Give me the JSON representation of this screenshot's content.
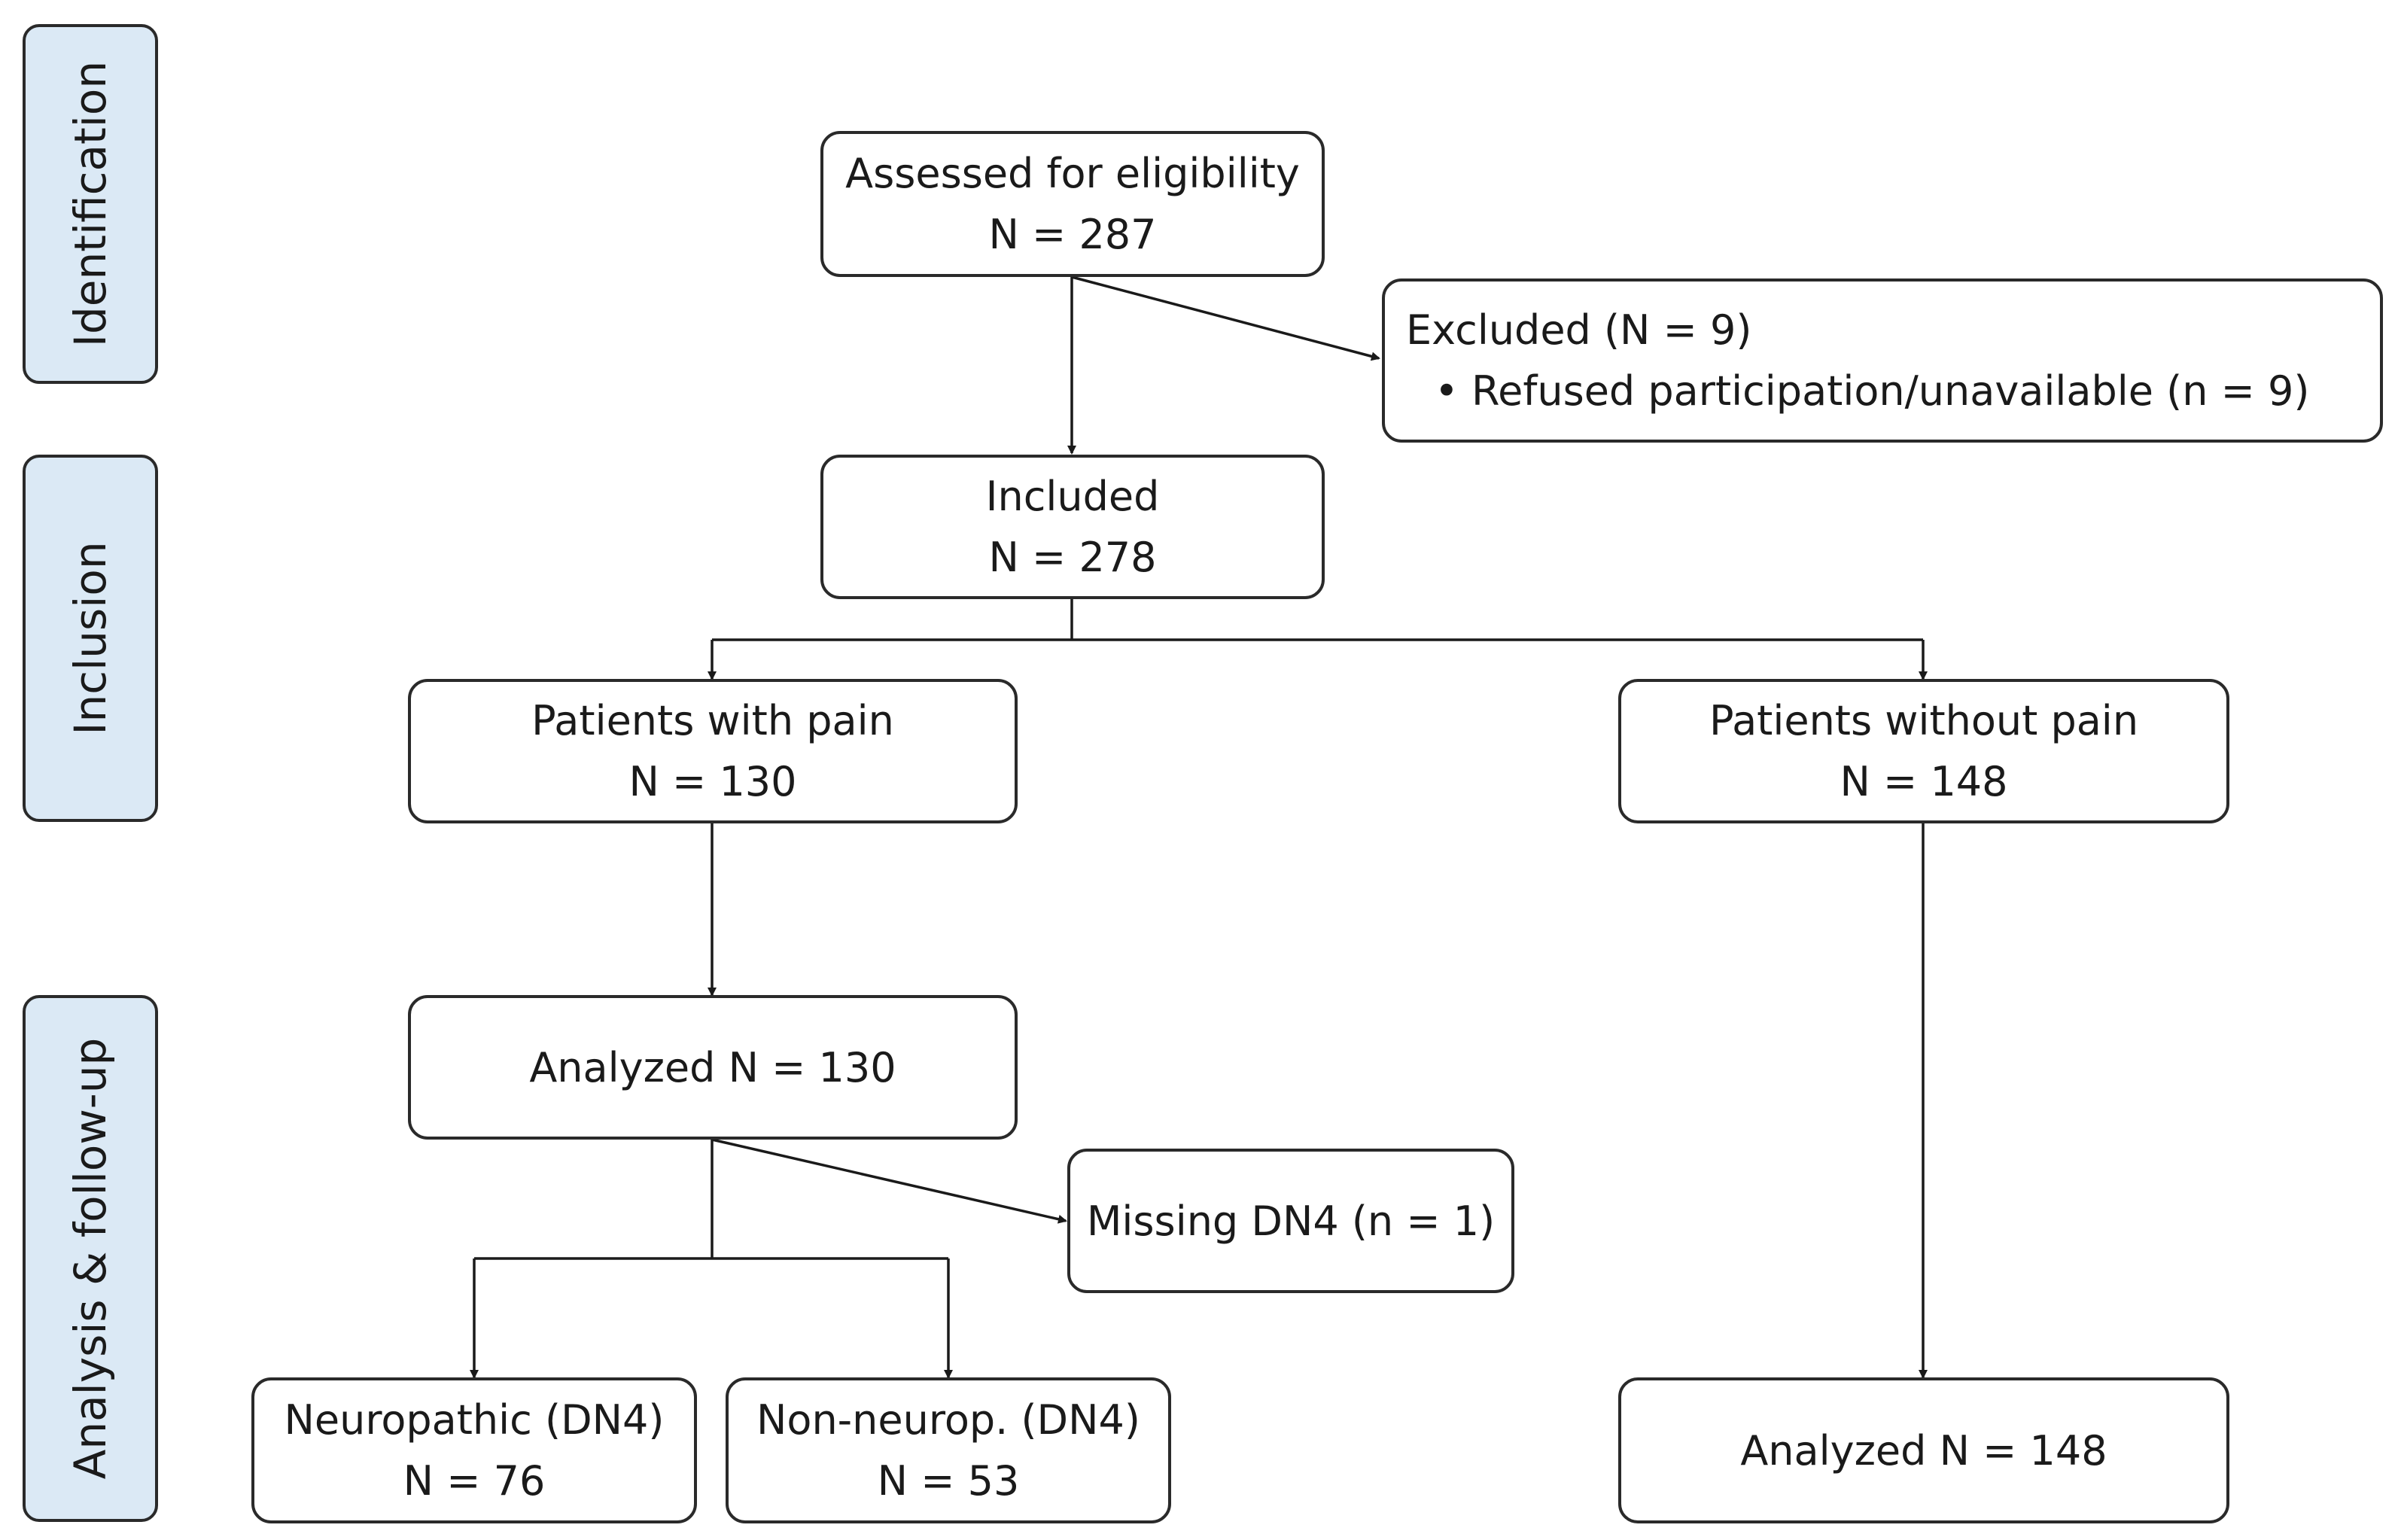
{
  "phases": {
    "identification": "Identification",
    "inclusion": "Inclusion",
    "analysis": "Analysis & follow-up"
  },
  "boxes": {
    "assessed": {
      "title": "Assessed for eligibility",
      "count": "N = 287"
    },
    "excluded": {
      "title": "Excluded (N = 9)",
      "reason": "• Refused participation/unavailable (n = 9)"
    },
    "included": {
      "title": "Included",
      "count": "N = 278"
    },
    "with_pain": {
      "title": "Patients with pain",
      "count": "N = 130"
    },
    "without_pain": {
      "title": "Patients without pain",
      "count": "N = 148"
    },
    "analyzed_with": {
      "label": "Analyzed N = 130"
    },
    "missing": {
      "label": "Missing DN4 (n = 1)"
    },
    "neuropathic": {
      "title": "Neuropathic (DN4)",
      "count": "N = 76"
    },
    "non_neuropathic": {
      "title": "Non-neurop. (DN4)",
      "count": "N = 53"
    },
    "analyzed_without": {
      "label": "Analyzed N = 148"
    }
  },
  "colors": {
    "phase_fill": "#dbe9f5",
    "stroke": "#2a2a2a",
    "box_fill": "#ffffff"
  }
}
